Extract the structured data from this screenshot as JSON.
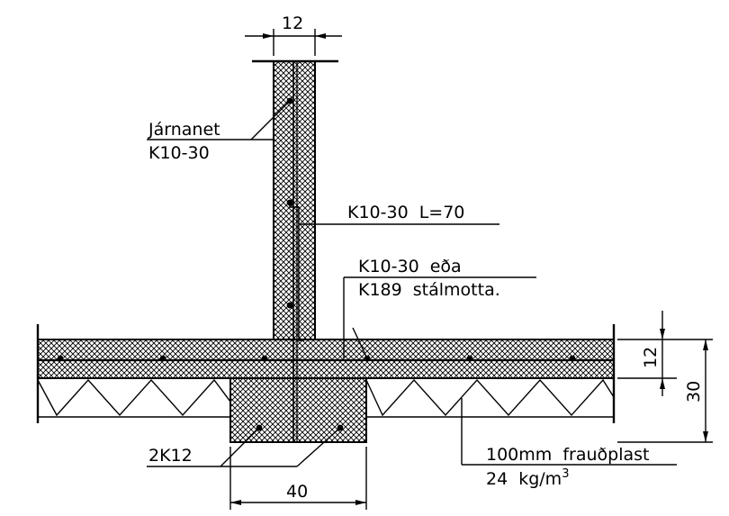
{
  "labels": {
    "jarnanet": "Járnanet",
    "jarnanet_spec": "K10-30",
    "dowel": "K10-30 L=70",
    "mesh_line1": "K10-30 eða",
    "mesh_line2": "K189 stálmotta.",
    "footing_bars": "2K12",
    "insulation_line1": "100mm frauðplast",
    "insulation_line2_prefix": "24 kg/m",
    "insulation_line2_sup": "3"
  },
  "dimensions": {
    "wall_width": "12",
    "slab_thickness": "12",
    "total_depth": "30",
    "footing_width": "40"
  }
}
